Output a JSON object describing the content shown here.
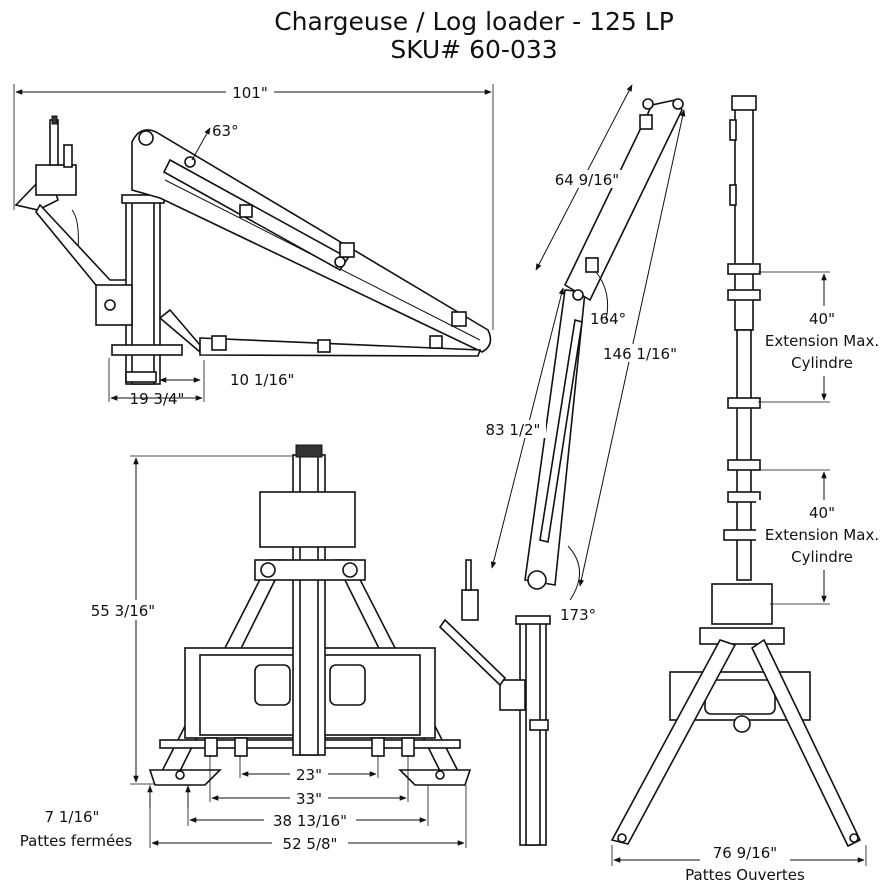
{
  "title": {
    "line1": "Chargeuse / Log loader - 125 LP",
    "line2": "SKU# 60-033"
  },
  "side_view": {
    "overall_length": "101\"",
    "boom_angle": "63°",
    "offset": "10 1/16\"",
    "base_depth": "19 3/4\""
  },
  "front_view": {
    "height": "55 3/16\"",
    "width_23": "23\"",
    "width_33": "33\"",
    "width_38": "38 13/16\"",
    "width_52": "52 5/8\"",
    "feet_closed_value": "7 1/16\"",
    "feet_closed_label": "Pattes fermées"
  },
  "raised_view": {
    "outer_boom": "64 9/16\"",
    "angle_top": "164°",
    "reach": "146 1/16\"",
    "inner_boom": "83 1/2\"",
    "angle_bottom": "173°"
  },
  "rear_view": {
    "ext1_value": "40\"",
    "ext1_line1": "Extension Max.",
    "ext1_line2": "Cylindre",
    "ext2_value": "40\"",
    "ext2_line1": "Extension Max.",
    "ext2_line2": "Cylindre",
    "feet_open_value": "76 9/16\"",
    "feet_open_label": "Pattes Ouvertes"
  }
}
